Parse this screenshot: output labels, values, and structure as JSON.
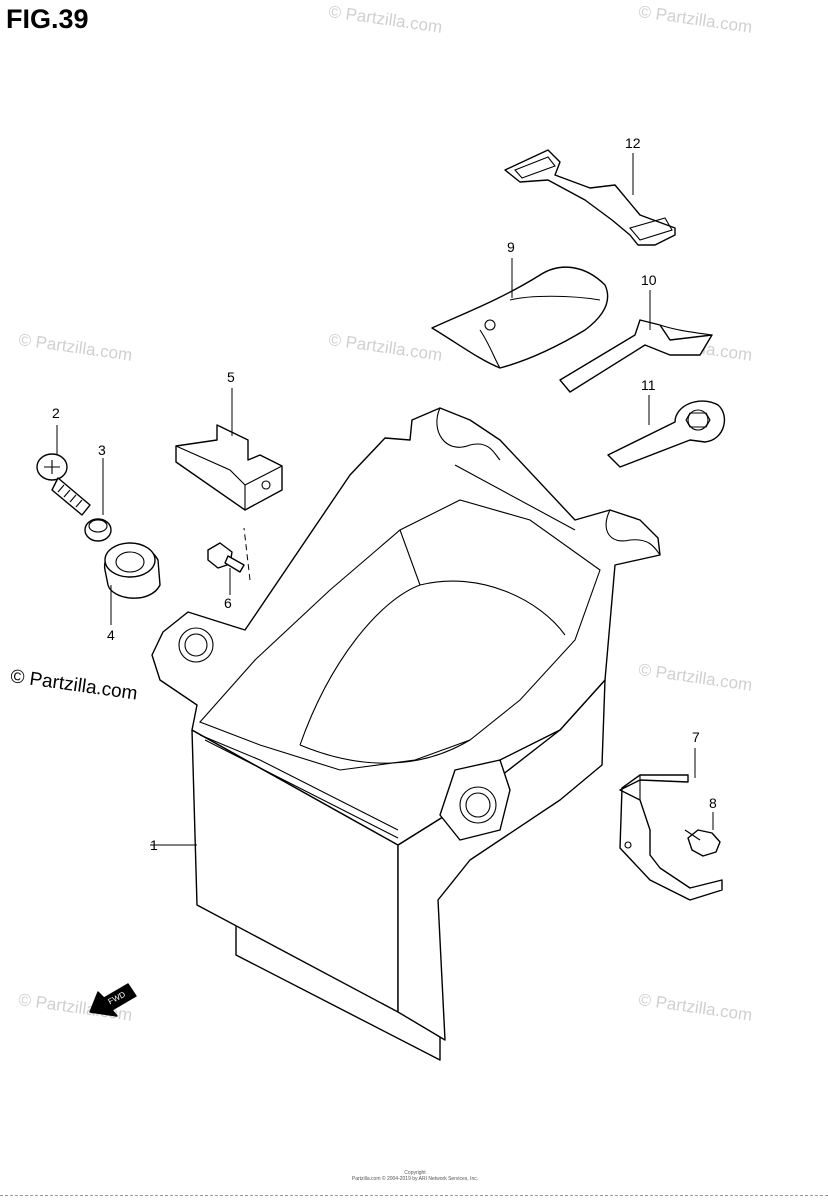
{
  "figure": {
    "title": "FIG.39"
  },
  "watermark": "© Partzilla.com",
  "copyright": "© Partzilla.com",
  "forward_arrow_label": "FWD",
  "footer": {
    "line1": "Copyright",
    "line2": "Partzilla.com © 2004-2019 by ARI Network Services, Inc."
  },
  "callouts": {
    "p1": "1",
    "p2": "2",
    "p3": "3",
    "p4": "4",
    "p5": "5",
    "p6": "6",
    "p7": "7",
    "p8": "8",
    "p9": "9",
    "p10": "10",
    "p11": "11",
    "p12": "12"
  }
}
